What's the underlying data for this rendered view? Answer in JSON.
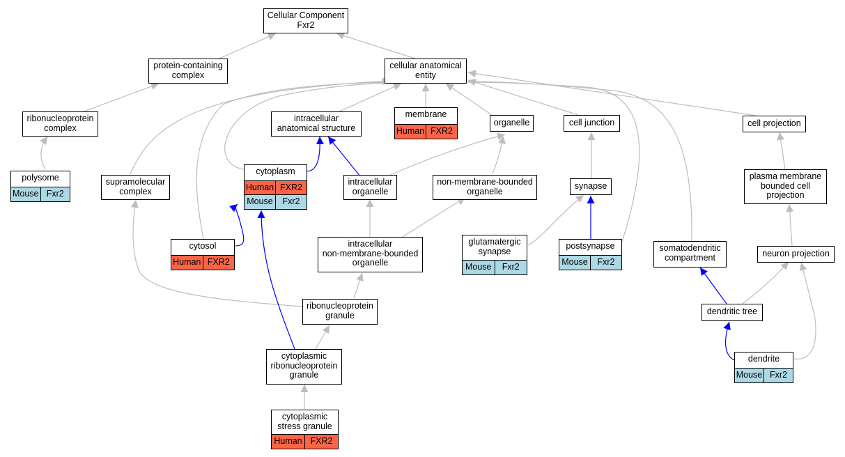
{
  "colors": {
    "edge_default": "#bdbdbd",
    "edge_highlight": "#0000ff",
    "human": "#fa6447",
    "mouse": "#add8e6"
  },
  "nodes": {
    "cellular_component": {
      "lines": [
        "Cellular Component",
        "Fxr2"
      ]
    },
    "protein_containing_complex": {
      "lines": [
        "protein-containing",
        "complex"
      ]
    },
    "cellular_anatomical_entity": {
      "lines": [
        "cellular anatomical",
        "entity"
      ]
    },
    "ribonucleoprotein_complex": {
      "lines": [
        "ribonucleoprotein",
        "complex"
      ]
    },
    "intracellular_anatomical_structure": {
      "lines": [
        "intracellular",
        "anatomical structure"
      ]
    },
    "membrane": {
      "lines": [
        "membrane"
      ],
      "tags": [
        "Human",
        "FXR2"
      ]
    },
    "organelle": {
      "lines": [
        "organelle"
      ]
    },
    "cell_junction": {
      "lines": [
        "cell junction"
      ]
    },
    "cell_projection": {
      "lines": [
        "cell projection"
      ]
    },
    "polysome": {
      "lines": [
        "polysome"
      ],
      "tags": [
        "Mouse",
        "Fxr2"
      ]
    },
    "supramolecular_complex": {
      "lines": [
        "supramolecular",
        "complex"
      ]
    },
    "cytoplasm": {
      "lines": [
        "cytoplasm"
      ],
      "tags": [
        "Human",
        "FXR2"
      ],
      "tags2": [
        "Mouse",
        "Fxr2"
      ]
    },
    "intracellular_organelle": {
      "lines": [
        "intracellular",
        "organelle"
      ]
    },
    "non_membrane_bounded_organelle": {
      "lines": [
        "non-membrane-bounded",
        "organelle"
      ]
    },
    "synapse": {
      "lines": [
        "synapse"
      ]
    },
    "plasma_membrane_bounded_cell_projection": {
      "lines": [
        "plasma membrane",
        "bounded cell",
        "projection"
      ]
    },
    "cytosol": {
      "lines": [
        "cytosol"
      ],
      "tags": [
        "Human",
        "FXR2"
      ]
    },
    "intracellular_non_membrane_bounded_organelle": {
      "lines": [
        "intracellular",
        "non-membrane-bounded",
        "organelle"
      ]
    },
    "glutamatergic_synapse": {
      "lines": [
        "glutamatergic",
        "synapse"
      ],
      "tags": [
        "Mouse",
        "Fxr2"
      ]
    },
    "postsynapse": {
      "lines": [
        "postsynapse"
      ],
      "tags": [
        "Mouse",
        "Fxr2"
      ]
    },
    "somatodendritic_compartment": {
      "lines": [
        "somatodendritic",
        "compartment"
      ]
    },
    "neuron_projection": {
      "lines": [
        "neuron projection"
      ]
    },
    "ribonucleoprotein_granule": {
      "lines": [
        "ribonucleoprotein",
        "granule"
      ]
    },
    "dendritic_tree": {
      "lines": [
        "dendritic tree"
      ]
    },
    "cytoplasmic_ribonucleoprotein_granule": {
      "lines": [
        "cytoplasmic",
        "ribonucleoprotein",
        "granule"
      ]
    },
    "dendrite": {
      "lines": [
        "dendrite"
      ],
      "tags": [
        "Mouse",
        "Fxr2"
      ]
    },
    "cytoplasmic_stress_granule": {
      "lines": [
        "cytoplasmic",
        "stress granule"
      ],
      "tags": [
        "Human",
        "FXR2"
      ]
    }
  }
}
